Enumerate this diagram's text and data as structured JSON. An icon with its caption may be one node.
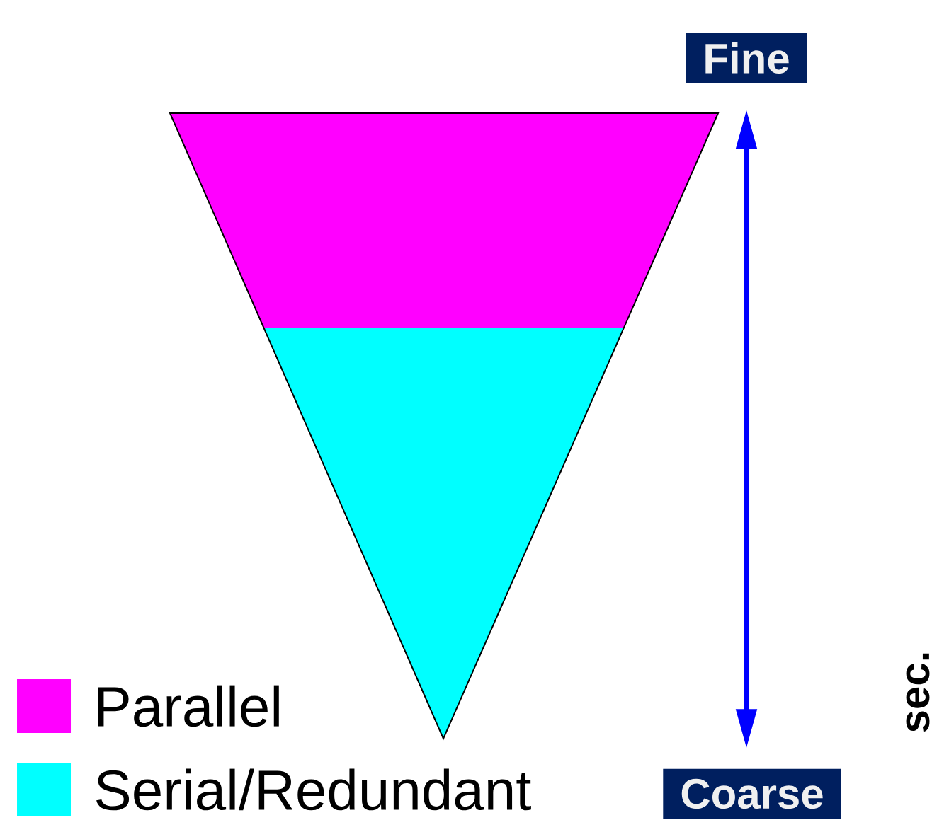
{
  "diagram": {
    "nodes": [
      {
        "text": [
          "Fine"
        ]
      },
      {
        "text": [
          "Coarse"
        ]
      }
    ],
    "edges": [
      {
        "from": 0,
        "to": 1,
        "arrow": "both",
        "color": "#0000ff"
      }
    ],
    "labels": [
      "sec."
    ],
    "legend": [
      {
        "text": "Parallel",
        "color": "#ff00ff"
      },
      {
        "text": "Serial/Redundant",
        "color": "#00ffff"
      }
    ]
  }
}
